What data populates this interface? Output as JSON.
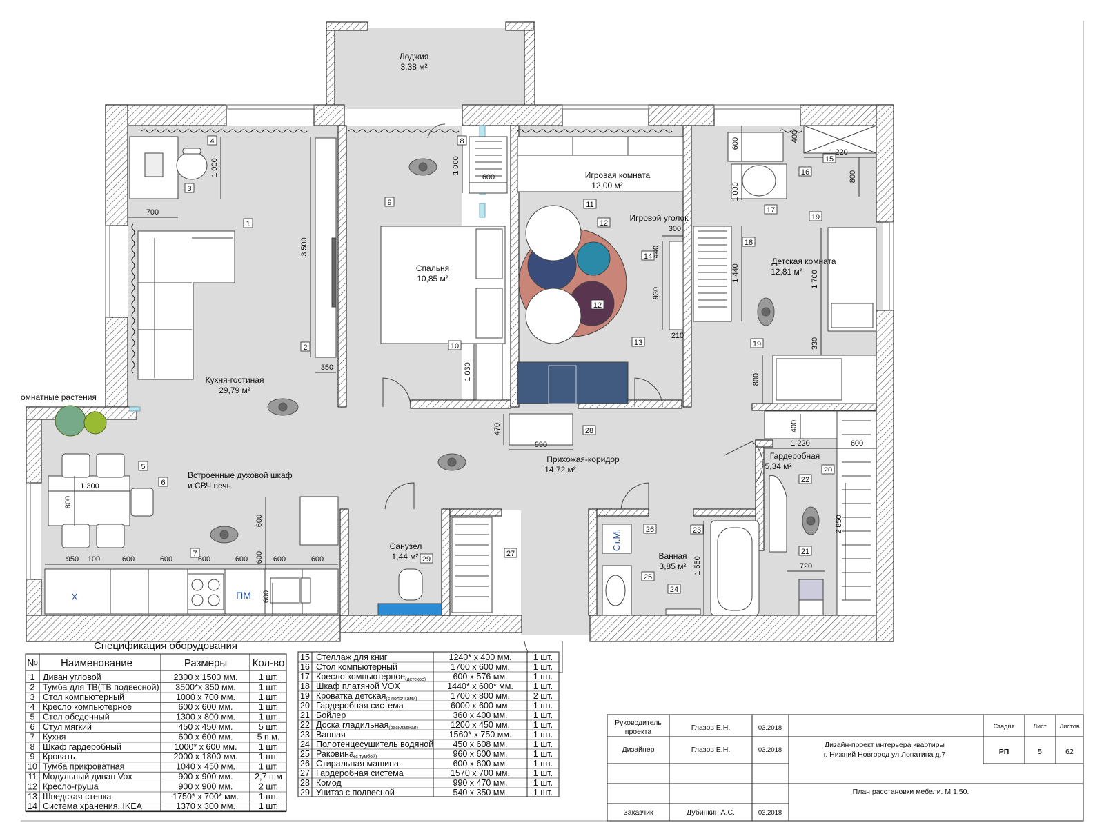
{
  "colors": {
    "wall_hatch": "#555555",
    "floor": "#dcdcdc",
    "glass": "#b9e6ee",
    "kids_cabinet": "#415a80",
    "pouf": "#ffffff"
  },
  "rooms": {
    "loggia": {
      "name": "Лоджия",
      "area": "3,38 м²"
    },
    "kitchen_living": {
      "name": "Кухня-гостиная",
      "area": "29,79 м²"
    },
    "bedroom": {
      "name": "Спальня",
      "area": "10,85 м²"
    },
    "playroom": {
      "name": "Игровая комната",
      "area": "12,00 м²"
    },
    "play_corner": "Игровой уголок",
    "kids_room": {
      "name": "Детская комната",
      "area": "12,81 м²"
    },
    "hall": {
      "name": "Прихожая-коридор",
      "area": "14,72 м²"
    },
    "wardrobe_room": {
      "name": "Гардеробная",
      "area": "5,34 м²"
    },
    "toilet": {
      "name": "Санузел",
      "area": "1,44 м²"
    },
    "bath": {
      "name": "Ванная",
      "area": "3,85 м²"
    }
  },
  "labels": {
    "plants": "омнатные растения",
    "oven": "Встроенные духовой шкаф",
    "oven2": "и СВЧ печь",
    "dishwasher": "ПМ",
    "fridge": "Х",
    "washer": "Ст.М."
  },
  "dims": {
    "d1000a": "1 000",
    "d700": "700",
    "d3500": "3 500",
    "d350": "350",
    "d1000b": "1 000",
    "d600a": "600",
    "d1030": "1 030",
    "d300": "300",
    "d440": "440",
    "d930": "930",
    "d210": "210",
    "d600b": "600",
    "d400a": "400",
    "d1220a": "1 220",
    "d800a": "800",
    "d1000c": "1 000",
    "d1440": "1 440",
    "d1700": "1 700",
    "d330": "330",
    "d800b": "800",
    "d470": "470",
    "d990": "990",
    "d400b": "400",
    "d1220b": "1 220",
    "d600c": "600",
    "d2850": "2 850",
    "d720": "720",
    "d1550": "1 550",
    "d1300": "1 300",
    "d800c": "800",
    "d600v1": "600",
    "d600v2": "600",
    "d600v3": "600",
    "kitchen_row": [
      "950",
      "100",
      "600",
      "600",
      "600",
      "600",
      "600",
      "600"
    ]
  },
  "markers": [
    "1",
    "2",
    "3",
    "4",
    "5",
    "6",
    "7",
    "8",
    "9",
    "10",
    "11",
    "12",
    "13",
    "14",
    "15",
    "16",
    "17",
    "18",
    "19",
    "19",
    "20",
    "21",
    "22",
    "23",
    "24",
    "25",
    "26",
    "27",
    "28",
    "29",
    "12"
  ],
  "spec": {
    "title": "Спецификация оборудования",
    "headers": [
      "№",
      "Наименование",
      "Размеры",
      "Кол-во"
    ],
    "rows_left": [
      [
        "1",
        "Диван угловой",
        "2300 х 1500 мм.",
        "1 шт."
      ],
      [
        "2",
        "Тумба для ТВ(ТВ подвесной)",
        "3500*х 350 мм.",
        "1 шт."
      ],
      [
        "3",
        "Стол компьютерный",
        "1000 х 700 мм.",
        "1 шт."
      ],
      [
        "4",
        "Кресло компьютерное",
        "600 х 600 мм.",
        "1 шт."
      ],
      [
        "5",
        "Стол обеденный",
        "1300 х 800 мм.",
        "1 шт."
      ],
      [
        "6",
        "Стул мягкий",
        "450 х 450 мм.",
        "5 шт."
      ],
      [
        "7",
        "Кухня",
        "600 х 600 мм.",
        "5 п.м."
      ],
      [
        "8",
        "Шкаф гардеробный",
        "1000* х 600 мм.",
        "1 шт."
      ],
      [
        "9",
        "Кровать",
        "2000 х 1800 мм.",
        "1 шт."
      ],
      [
        "10",
        "Тумба прикроватная",
        "1040 х 450 мм.",
        "1 шт."
      ],
      [
        "11",
        "Модульный диван Vox",
        "900 х 900 мм.",
        "2,7 п.м"
      ],
      [
        "12",
        "Кресло-груша",
        "900 х 900 мм.",
        "2 шт."
      ],
      [
        "13",
        "Шведская стенка",
        "1750* х 700* мм.",
        "1 шт."
      ],
      [
        "14",
        "Система хранения. IKEA",
        "1370 х 300 мм.",
        "1 шт."
      ]
    ],
    "rows_right": [
      [
        "15",
        "Стеллаж для книг",
        "",
        "1240* х 400 мм.",
        "1 шт."
      ],
      [
        "16",
        "Стол компьютерный",
        "",
        "1700 х 600 мм.",
        "1 шт."
      ],
      [
        "17",
        "Кресло компьютерное",
        "(детское)",
        "600 х 576 мм.",
        "1 шт."
      ],
      [
        "18",
        "Шкаф платяной VOX",
        "",
        "1440* х 600* мм.",
        "1 шт."
      ],
      [
        "19",
        "Кроватка детская",
        "(с полочками)",
        "1700 х 800 мм.",
        "2 шт."
      ],
      [
        "20",
        "Гардеробная система",
        "",
        "6000 х 600 мм.",
        "1 шт."
      ],
      [
        "21",
        "Бойлер",
        "",
        "360 х 400 мм.",
        "1 шт."
      ],
      [
        "22",
        "Доска гладильная",
        "(раскладная)",
        "1200 х 450 мм.",
        "1 шт."
      ],
      [
        "23",
        "Ванная",
        "",
        "1560* х 750 мм.",
        "1 шт."
      ],
      [
        "24",
        "Полотенцесушитель водяной",
        "",
        "450 х 608 мм.",
        "1 шт."
      ],
      [
        "25",
        "Раковина",
        "(с тумбой)",
        "960 х 600 мм.",
        "1 шт."
      ],
      [
        "26",
        "Стиральная машина",
        "",
        "600 х 600 мм.",
        "1 шт."
      ],
      [
        "27",
        "Гардеробная система",
        "",
        "1570 х 700 мм.",
        "1 шт."
      ],
      [
        "28",
        "Комод",
        "",
        "990 х 470 мм.",
        "1 шт."
      ],
      [
        "29",
        "Унитаз с подвесной",
        "",
        "540 х 350 мм.",
        "1 шт."
      ]
    ]
  },
  "title_block": {
    "role1": "Руководитель",
    "role1b": "проекта",
    "name1": "Глазов Е.Н.",
    "date1": "03.2018",
    "role2": "Дизайнер",
    "name2": "Глазов Е.Н.",
    "date2": "03.2018",
    "role3": "Заказчик",
    "name3": "Дубинкин А.С.",
    "date3": "03.2018",
    "project": "Дизайн-проект интерьера квартиры",
    "address": "г. Нижний Новгород  ул.Лопатина д.7",
    "sheet_title": "План расстановки мебели. М 1:50.",
    "stage_h": "Стадия",
    "sheet_h": "Лист",
    "sheets_h": "Листов",
    "stage": "РП",
    "sheet": "5",
    "sheets": "62"
  }
}
